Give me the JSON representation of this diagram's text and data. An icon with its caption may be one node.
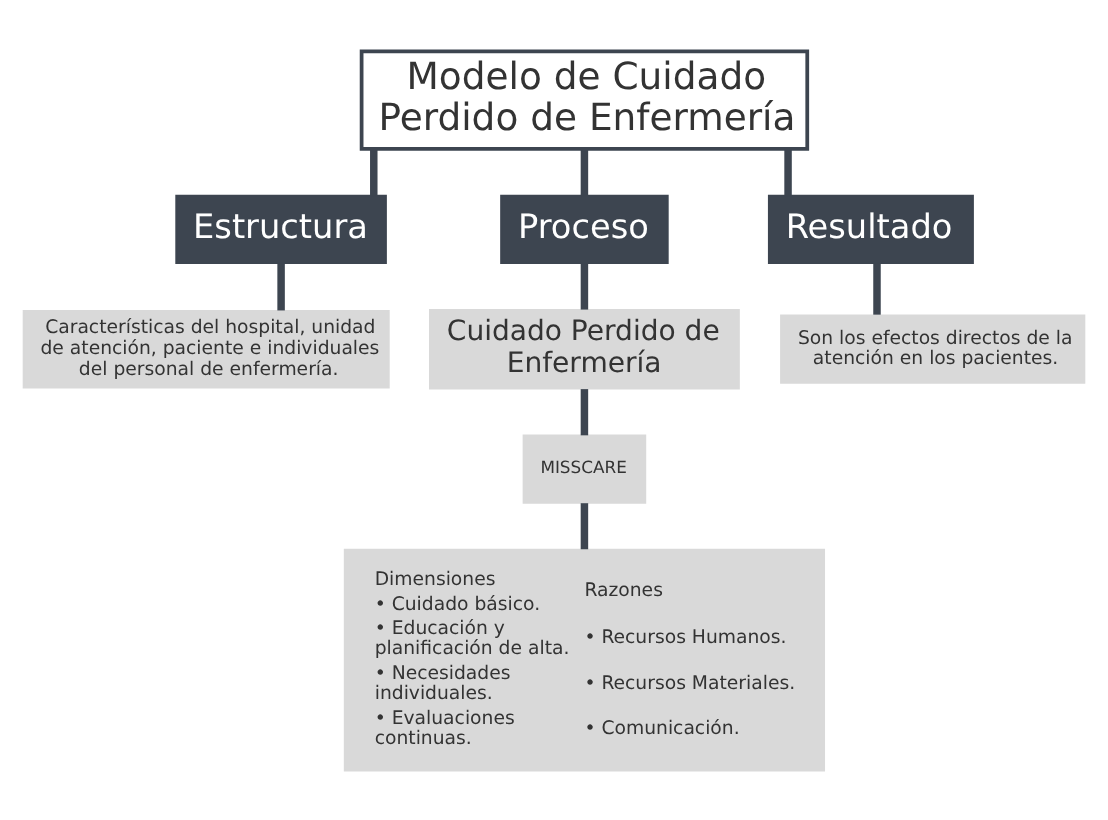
{
  "diagram": {
    "nodes": [
      {
        "text": [
          "Modelo de Cuidado Perdido de Enfermería"
        ]
      },
      {
        "text": [
          "Estructura"
        ]
      },
      {
        "text": [
          "Proceso"
        ]
      },
      {
        "text": [
          "Resultado"
        ]
      },
      {
        "text": [
          "Cuidado Perdido de Enfermería"
        ]
      },
      {
        "text": [
          "Características del hospital, unidad de atención, paciente e individuales del personal de enfermería."
        ]
      },
      {
        "text": [
          "Son los efectos directos de la atención en los pacientes."
        ]
      },
      {
        "text": [
          "MISSCARE"
        ]
      },
      {
        "text": [
          "Dimensiones",
          "• Cuidado básico.",
          "• Educación y planificación de alta.",
          "• Necesidades individuales.",
          "• Evaluaciones continuas.",
          "Razones",
          "• Recursos Humanos.",
          "• Recursos Materiales.",
          "• Comunicación."
        ]
      }
    ],
    "edges": [
      {
        "from": 0,
        "to": 1,
        "arrow": "none"
      },
      {
        "from": 0,
        "to": 2,
        "arrow": "none"
      },
      {
        "from": 0,
        "to": 3,
        "arrow": "none"
      },
      {
        "from": 1,
        "to": 5,
        "arrow": "none"
      },
      {
        "from": 2,
        "to": 4,
        "arrow": "none"
      },
      {
        "from": 3,
        "to": 6,
        "arrow": "none"
      },
      {
        "from": 4,
        "to": 7,
        "arrow": "none"
      },
      {
        "from": 7,
        "to": 8,
        "arrow": "none"
      }
    ]
  }
}
